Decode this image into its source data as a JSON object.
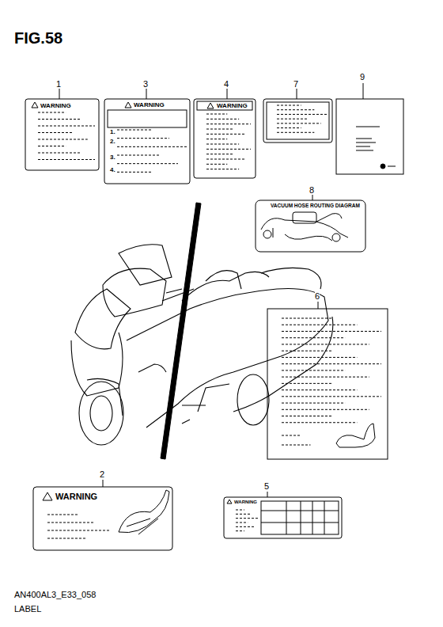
{
  "diagram": {
    "title": "FIG.58",
    "nodes": [
      {
        "text": [
          "WARNING"
        ]
      },
      {
        "text": [
          "WARNING",
          "1.",
          "2.",
          "3.",
          "4."
        ]
      },
      {
        "text": [
          "WARNING"
        ]
      },
      {
        "text": [
          "VACUUM HOSE ROUTING DIAGRAM"
        ]
      },
      {
        "text": [
          "WARNING"
        ]
      },
      {
        "text": [
          "WARNING"
        ]
      }
    ],
    "edges": [],
    "labels": [
      "1",
      "3",
      "4",
      "7",
      "9",
      "8",
      "6",
      "2",
      "5",
      "AN400AL3_E33_058",
      "LABEL"
    ]
  }
}
